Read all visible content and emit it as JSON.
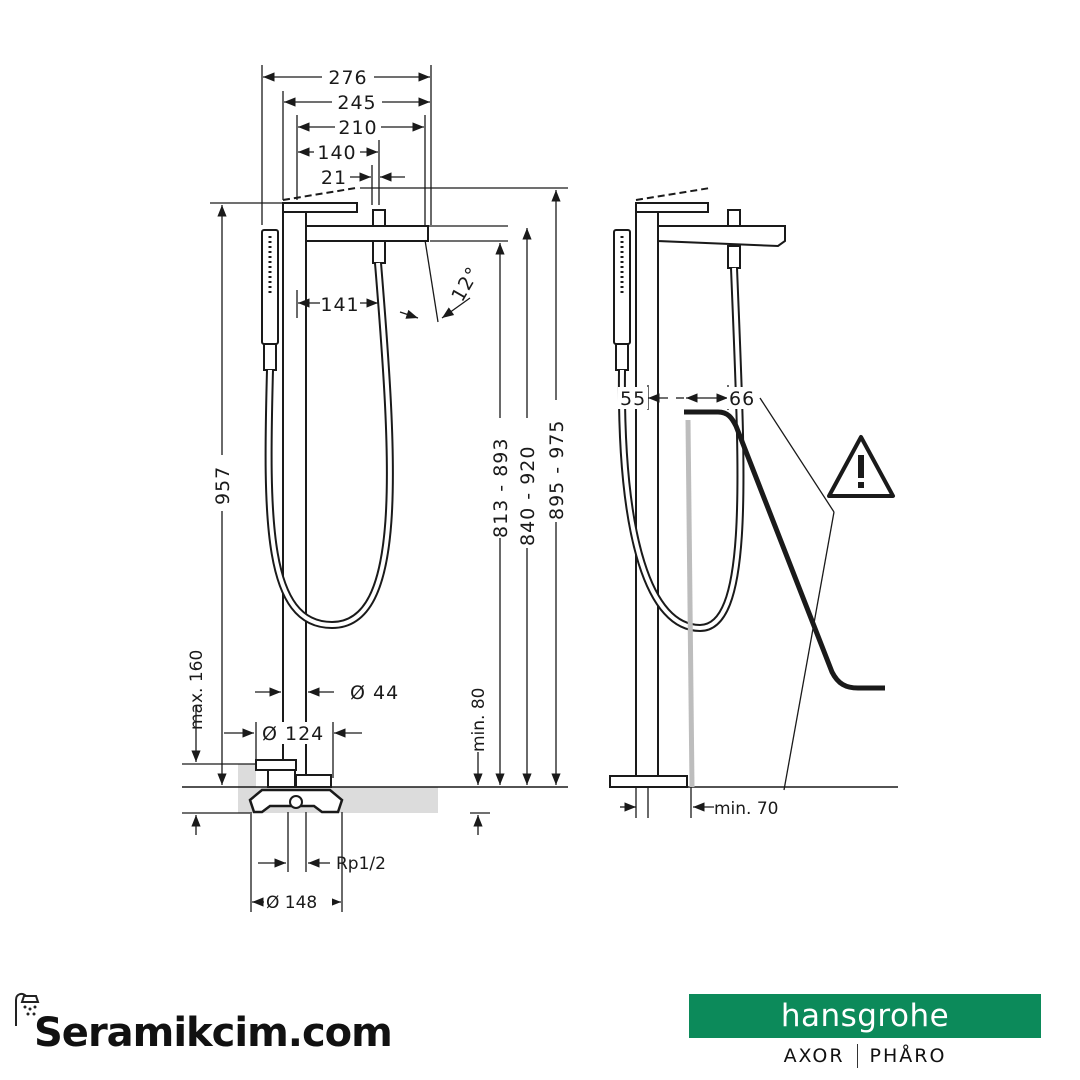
{
  "dimensions": {
    "top": [
      "276",
      "245",
      "210",
      "140",
      "21"
    ],
    "spout_offset": "141",
    "angle": "12°",
    "height_total": "957",
    "heights": [
      "813 - 893",
      "840 - 920",
      "895 - 975"
    ],
    "max_height": "max. 160",
    "min_height": "min. 80",
    "pipe_diameter": "Ø 44",
    "base_diameter": "Ø 124",
    "thread": "Rp1/2",
    "plate_diameter": "Ø 148",
    "side_left": "55",
    "side_right": "66",
    "min_distance": "min. 70"
  },
  "warning": {
    "icon": "warning-triangle-icon"
  },
  "footer": {
    "site": "Seramikcim.com",
    "brand": "hansgrohe",
    "sub_brand_1": "AXOR",
    "sub_brand_2": "PHÅRO",
    "brand_color": "#0c8a5a"
  }
}
